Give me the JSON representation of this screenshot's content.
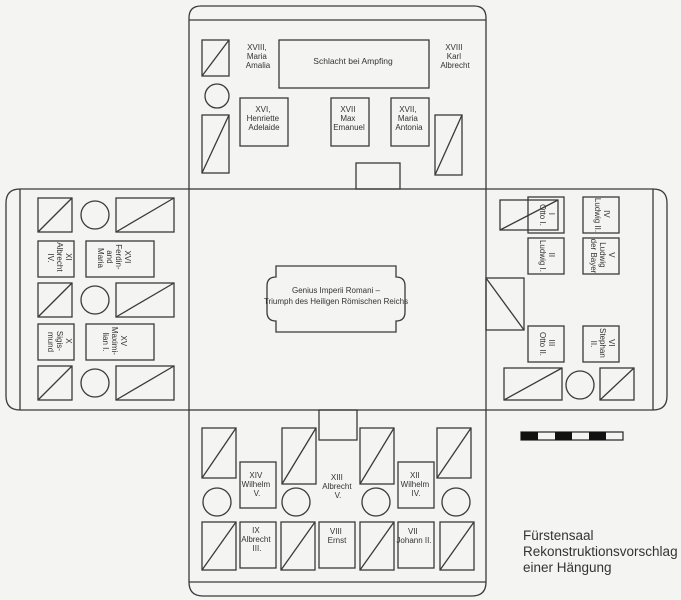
{
  "caption": {
    "line1": "Fürstensaal",
    "line2": "Rekonstruktionsvorschlag",
    "line3": "einer Hängung"
  },
  "center": {
    "line1": "Genius Imperii Romani –",
    "line2": "Triumph des Heiligen Römischen Reichs"
  },
  "top": {
    "battle": "Schlacht bei Ampfing",
    "maria_amalia": [
      "XVIII,",
      "Maria",
      "Amalia"
    ],
    "karl_albrecht": [
      "XVIII",
      "Karl",
      "Albrecht"
    ],
    "henriette": [
      "XVI,",
      "Henriette",
      "Adelaide"
    ],
    "max_emanuel": [
      "XVII",
      "Max",
      "Emanuel"
    ],
    "maria_antonia": [
      "XVII,",
      "Maria",
      "Antonia"
    ]
  },
  "left": {
    "albrecht_iv": [
      "XI",
      "Albrecht",
      "IV."
    ],
    "ferdinand_maria": [
      "XVI",
      "Ferdin-",
      "and",
      "Maria"
    ],
    "sigismund": [
      "X",
      "Sigis-",
      "mund"
    ],
    "maximilian": [
      "XV",
      "Maximi-",
      "lian I."
    ]
  },
  "right": {
    "otto_i": [
      "I",
      "Otto I."
    ],
    "ludwig_ii": [
      "IV",
      "Ludwig II."
    ],
    "ludwig_i": [
      "II",
      "Ludwig I."
    ],
    "ludwig_bayer": [
      "V",
      "Ludwig",
      "der Bayer"
    ],
    "otto_ii": [
      "III",
      "Otto II."
    ],
    "stephan": [
      "VI",
      "Stephan",
      "II."
    ]
  },
  "bottom": {
    "wilhelm_v": [
      "XIV",
      "Wilhelm",
      "V."
    ],
    "albrecht_v": [
      "XIII",
      "Albrecht",
      "V."
    ],
    "wilhelm_iv": [
      "XII",
      "Wilhelm",
      "IV."
    ],
    "albrecht_iii": [
      "IX",
      "Albrecht",
      "III."
    ],
    "ernst": [
      "VIII",
      "Ernst"
    ],
    "johann_ii": [
      "VII",
      "Johann II."
    ]
  }
}
